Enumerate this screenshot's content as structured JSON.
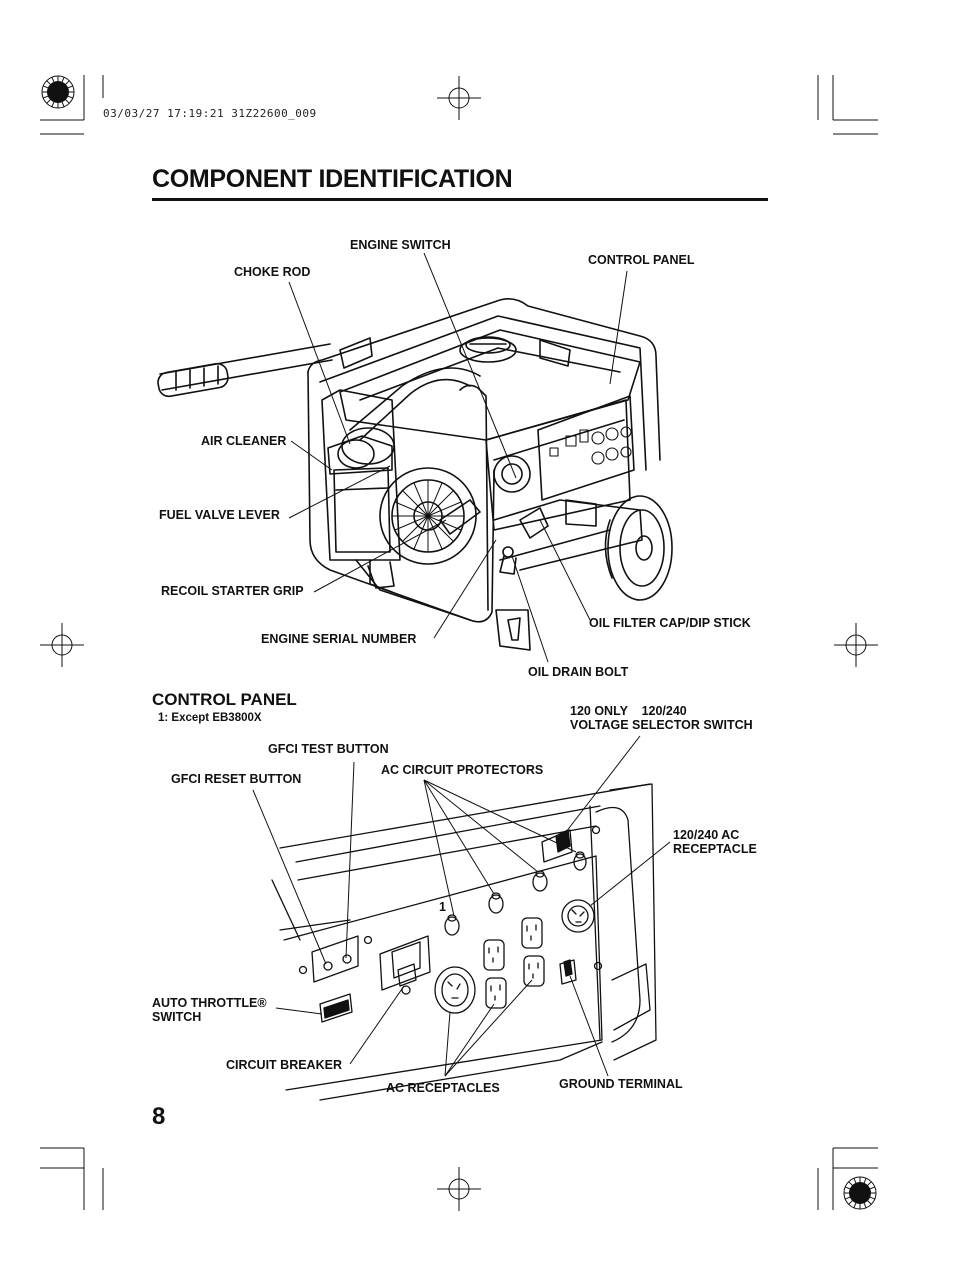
{
  "header": {
    "timestamp": "03/03/27 17:19:21 31Z22600_009"
  },
  "page": {
    "title": "COMPONENT IDENTIFICATION",
    "number": "8"
  },
  "generator_labels": {
    "engine_switch": "ENGINE SWITCH",
    "choke_rod": "CHOKE ROD",
    "control_panel": "CONTROL PANEL",
    "air_cleaner": "AIR CLEANER",
    "fuel_valve_lever": "FUEL VALVE LEVER",
    "recoil_starter_grip": "RECOIL STARTER GRIP",
    "engine_serial_number": "ENGINE SERIAL NUMBER",
    "oil_filter_cap": "OIL FILTER CAP/DIP STICK",
    "oil_drain_bolt": "OIL DRAIN BOLT"
  },
  "control_panel": {
    "title": "CONTROL PANEL",
    "note": "1: Except EB3800X",
    "labels": {
      "voltage_line1": "120 ONLY    120/240",
      "voltage_line2": "VOLTAGE SELECTOR SWITCH",
      "gfci_test": "GFCI TEST BUTTON",
      "gfci_reset": "GFCI RESET BUTTON",
      "ac_protectors": "AC CIRCUIT PROTECTORS",
      "ac_receptacle_line1": "120/240 AC",
      "ac_receptacle_line2": "RECEPTACLE",
      "callout_1": "1",
      "auto_throttle_line1": "AUTO THROTTLE®",
      "auto_throttle_line2": "SWITCH",
      "circuit_breaker": "CIRCUIT BREAKER",
      "ac_receptacles": "AC RECEPTACLES",
      "ground_terminal": "GROUND TERMINAL"
    }
  }
}
